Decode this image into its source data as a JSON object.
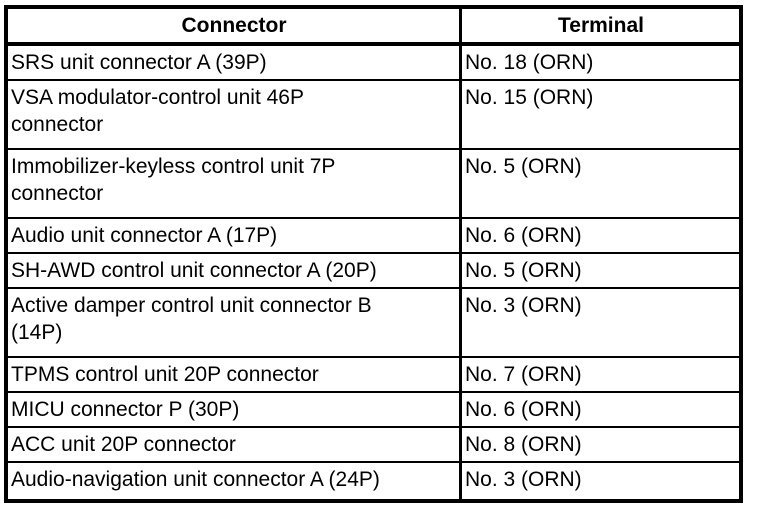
{
  "page": {
    "background_color": "#ffffff",
    "border_color": "#000000",
    "text_color": "#000000"
  },
  "table": {
    "header": {
      "connector": "Connector",
      "terminal": "Terminal"
    },
    "rows": [
      {
        "connector": "SRS unit connector A (39P)",
        "terminal": "No. 18 (ORN)"
      },
      {
        "connector": "VSA modulator-control unit 46P\nconnector",
        "terminal": "No. 15 (ORN)"
      },
      {
        "connector": "Immobilizer-keyless control unit 7P\nconnector",
        "terminal": "No. 5 (ORN)"
      },
      {
        "connector": "Audio unit connector A (17P)",
        "terminal": "No. 6 (ORN)"
      },
      {
        "connector": "SH-AWD control unit connector A (20P)",
        "terminal": "No. 5 (ORN)"
      },
      {
        "connector": "Active damper control unit connector B\n(14P)",
        "terminal": "No. 3 (ORN)"
      },
      {
        "connector": "TPMS control unit 20P connector",
        "terminal": "No. 7 (ORN)"
      },
      {
        "connector": "MICU connector P (30P)",
        "terminal": "No. 6 (ORN)"
      },
      {
        "connector": "ACC unit 20P connector",
        "terminal": "No. 8 (ORN)"
      },
      {
        "connector": "Audio-navigation unit connector A (24P)",
        "terminal": "No. 3 (ORN)"
      }
    ]
  }
}
